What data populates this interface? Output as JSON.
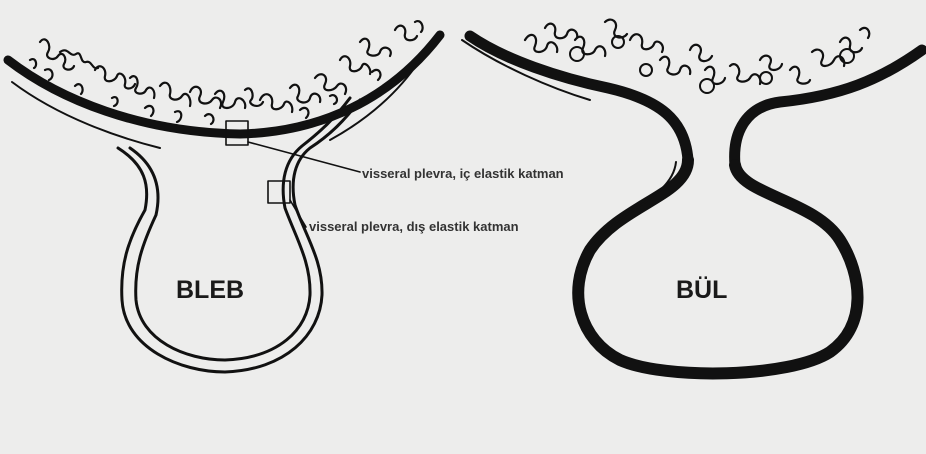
{
  "figure": {
    "left_structure": {
      "label": "BLEB"
    },
    "right_structure": {
      "label": "BÜL"
    },
    "annotations": [
      {
        "text": "visseral plevra, iç elastik katman"
      },
      {
        "text": "visseral plevra, dış elastik katman"
      }
    ]
  },
  "colors": {
    "background": "#ededec",
    "ink": "#111111",
    "label": "#333333"
  }
}
